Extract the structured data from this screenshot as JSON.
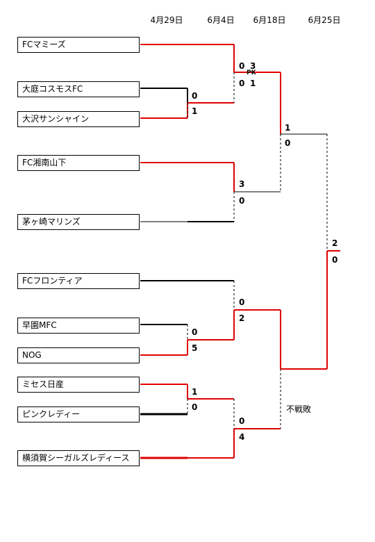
{
  "dates": [
    "4月29日",
    "6月4日",
    "6月18日",
    "6月25日"
  ],
  "teams": [
    "FCマミーズ",
    "大庭コスモスFC",
    "大沢サンシャイン",
    "FC湘南山下",
    "茅ヶ崎マリンズ",
    "FCフロンティア",
    "早園MFC",
    "NOG",
    "ミセス日産",
    "ピンクレディー",
    "横須賀シーガルズレディース"
  ],
  "scores": {
    "r1_kosmos": "0",
    "r1_sunshine": "1",
    "r1_nissan": "1",
    "r1_pink": "0",
    "r1_hayazono": "0",
    "r1_nog": "5",
    "qf_mamies": "0",
    "qf_mamies_pk": "3",
    "pk_label": "PK",
    "qf_sunshine": "0",
    "qf_sunshine_pk": "1",
    "qf_shonan": "3",
    "qf_marines": "0",
    "qf_frontier": "0",
    "qf_nog": "2",
    "qf_nissan": "0",
    "qf_yokosuka": "4",
    "sf_mamies": "1",
    "sf_shonan": "0",
    "final_top": "2",
    "final_bottom": "0"
  },
  "notes": {
    "forfeit": "不戦敗"
  },
  "colors": {
    "winner_line": "#e00000",
    "loser_line": "#000000"
  }
}
